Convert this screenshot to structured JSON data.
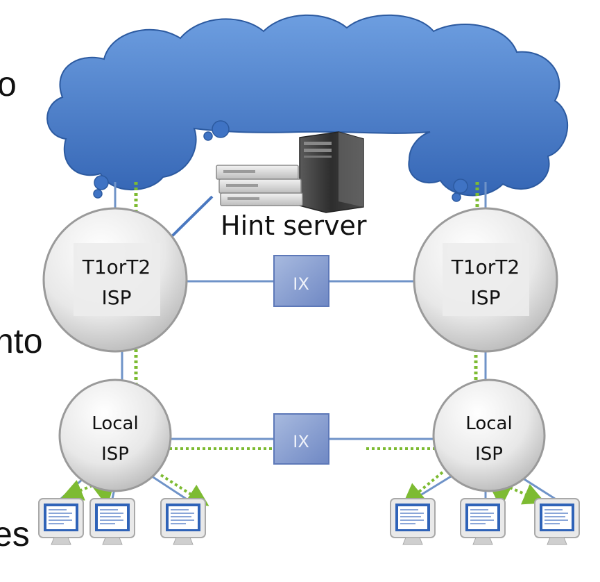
{
  "left_edge_text": {
    "line1": "o",
    "line2": "nto",
    "line3": "es"
  },
  "hint_server": {
    "label": "Hint server"
  },
  "nodes": {
    "isp_tier_left": {
      "line1": "T1orT2",
      "line2": "ISP"
    },
    "isp_tier_right": {
      "line1": "T1orT2",
      "line2": "ISP"
    },
    "local_isp_left": {
      "line1": "Local",
      "line2": "ISP"
    },
    "local_isp_right": {
      "line1": "Local",
      "line2": "ISP"
    }
  },
  "exchanges": {
    "ix_top": "IX",
    "ix_bottom": "IX"
  },
  "colors": {
    "cloud": "#3f73c4",
    "link": "#6f93c8",
    "dotted_flow": "#7dbb32",
    "ix_box": "#7f98cf",
    "node_fill": "#dcdcdc"
  }
}
